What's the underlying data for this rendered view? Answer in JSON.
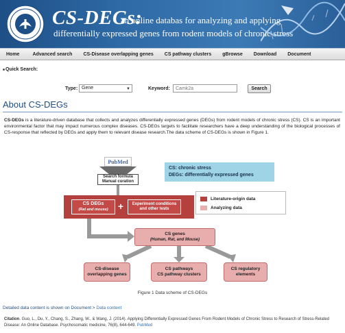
{
  "header": {
    "title_main": "CS-DEGs:",
    "title_rest": "an online databas for analyzing and applying",
    "title_line2": "differentially expressed genes from rodent models of chronic stress"
  },
  "nav": {
    "items": [
      {
        "label": "Home"
      },
      {
        "label": "Advanced search"
      },
      {
        "label": "CS-Disease overlapping genes"
      },
      {
        "label": "CS pathway clusters"
      },
      {
        "label": "gBrowse"
      },
      {
        "label": "Download"
      },
      {
        "label": "Document"
      }
    ]
  },
  "quick_search": {
    "label": "Quick Search:",
    "type_label": "Type:",
    "type_value": "Gene",
    "keyword_label": "Keyword:",
    "keyword_placeholder": "Camk2a",
    "button": "Search"
  },
  "about": {
    "title": "About CS-DEGs",
    "brand": "CS-DEGs",
    "text": " is a literature-driven database that collects and analyzes differentially expressed genes (DEGs) from rodent models of chronic stress (CS). CS is an important environmental factor that may impact numerous complex diseases. CS-DEGs targets to facilitate researchers have a deep understanding of the biological processes of CS-response that reflected by DEGs and apply them to relevant disease research.The data scheme of CS-DEGs is shown in Figure 1."
  },
  "figure": {
    "pubmed": "PubMed",
    "search_formula": "Search formula",
    "manual_curation": "Manual curation",
    "cs_def": "CS: chronic stress",
    "degs_def": "DEGs: differentially expressed genes",
    "csdegs_box_title": "CS DEGs",
    "csdegs_box_sub": "(Rat and mouse)",
    "plus": "+",
    "exp_line1": "Experiment conditions",
    "exp_line2": "and other tests",
    "legend_literature": "Literature-origin data",
    "legend_analyzing": "Analyzing data",
    "legend_colors": {
      "literature": "#b5413e",
      "analyzing": "#e8aeae"
    },
    "csgenes_title": "CS genes",
    "csgenes_sub": "(Human, Rat, and Mouse)",
    "out1_line1": "CS-disease",
    "out1_line2": "overlapping genes",
    "out2_line1": "CS pathways",
    "out2_line2": "CS pathway clusters",
    "out3_line1": "CS regulatory",
    "out3_line2": "elements",
    "caption": "Figure 1 Data scheme of CS-DEGs"
  },
  "detail": {
    "text": "Detailed data content is shown on Document",
    "sep": " > ",
    "link": "Data content"
  },
  "citation": {
    "label": "Citation",
    "text": ". Guo, L., Du, Y., Chang, S., Zhang, W., & Wang, J. (2014). Applying Differentially Expressed Genes From Rodent Models of Chronic Stress to Research of Stress-Related Disease: An Online Database. Psychosomatic medicine, 76(8), 644-649. ",
    "link": "PubMed"
  }
}
